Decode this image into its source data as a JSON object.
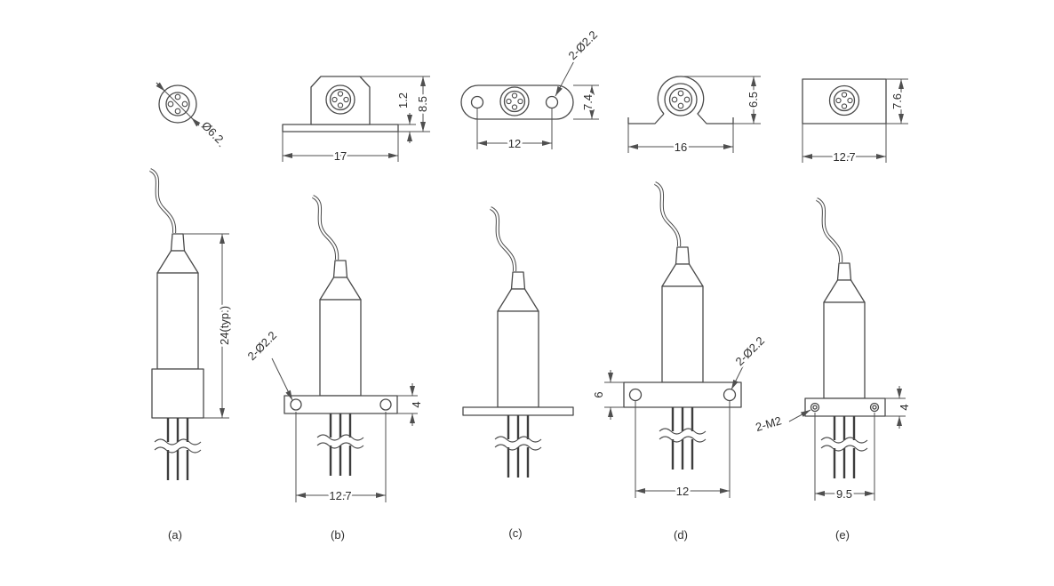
{
  "colors": {
    "line": "#4a4a4a",
    "text": "#2e2e2e",
    "background": "#ffffff"
  },
  "drawing": {
    "figures": {
      "a": {
        "caption": "(a)",
        "top": {
          "diameter": "Ø6.2"
        },
        "side": {
          "length": "24(typ.)"
        }
      },
      "b": {
        "caption": "(b)",
        "top": {
          "flange_thickness": "1.2",
          "height": "8.5",
          "width": "17"
        },
        "side": {
          "holes": "2-Ø2.2",
          "flange_height": "4",
          "hole_spacing": "12.7"
        }
      },
      "c": {
        "caption": "(c)",
        "top": {
          "holes": "2-Ø2.2",
          "height": "7.4",
          "hole_spacing": "12"
        }
      },
      "d": {
        "caption": "(d)",
        "top": {
          "height": "6.5",
          "width": "16"
        },
        "side": {
          "holes": "2-Ø2.2",
          "flange_height": "6",
          "hole_spacing": "12"
        }
      },
      "e": {
        "caption": "(e)",
        "top": {
          "height": "7.6",
          "width": "12.7"
        },
        "side": {
          "screws": "2-M2",
          "flange_height": "4",
          "hole_spacing": "9.5"
        }
      }
    }
  }
}
